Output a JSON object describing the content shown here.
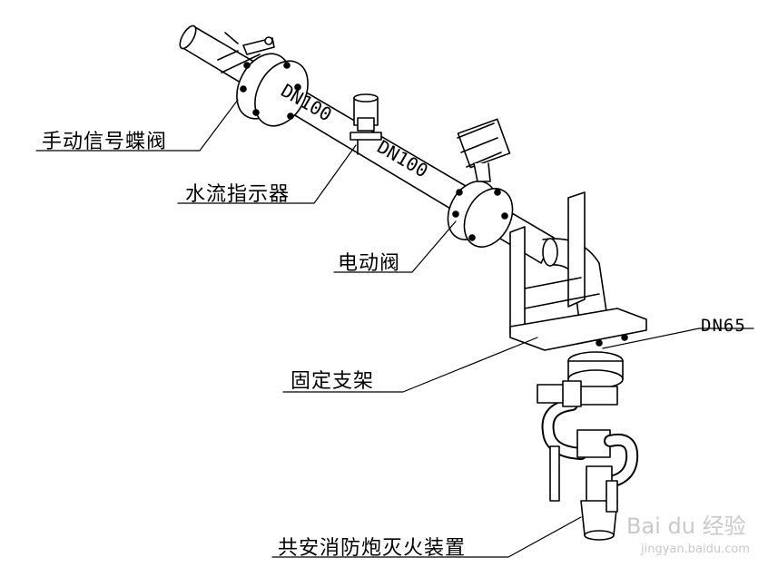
{
  "labels": {
    "manual_valve": "手动信号蝶阀",
    "flow_indicator": "水流指示器",
    "electric_valve": "电动阀",
    "bracket": "固定支架",
    "dn65": "DN65",
    "device": "共安消防炮灭火装置"
  },
  "pipe_text": {
    "dn100_a": "DN100",
    "dn100_b": "DN100"
  },
  "watermark": {
    "brand": "Bai du 经验",
    "url": "jingyan.baidu.com"
  },
  "colors": {
    "line": "#000000",
    "background": "#ffffff",
    "watermark": "#c9c9c9"
  }
}
